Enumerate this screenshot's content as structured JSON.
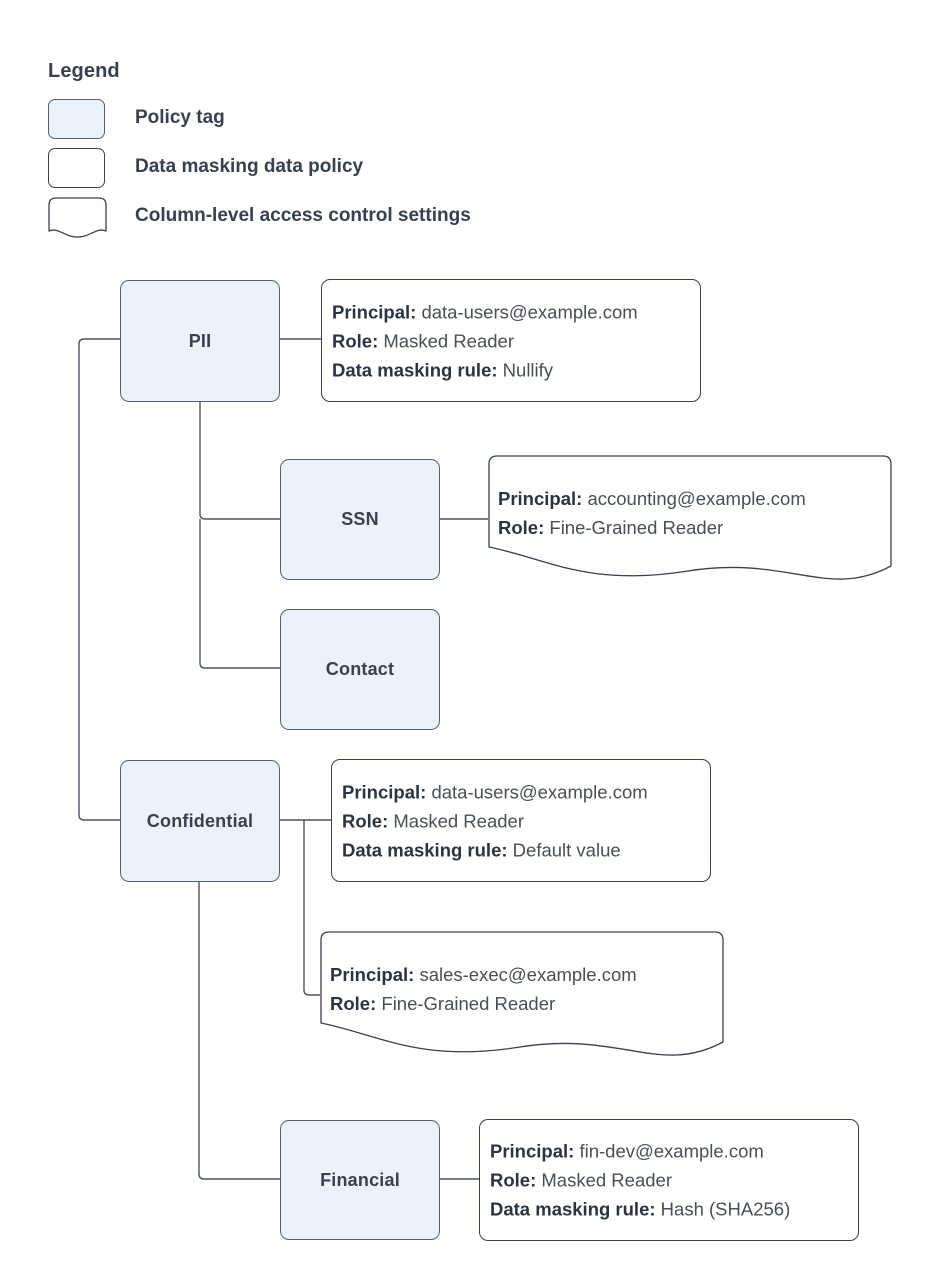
{
  "legend": {
    "title": "Legend",
    "items": [
      {
        "shape": "tag",
        "label": "Policy tag"
      },
      {
        "shape": "policy",
        "label": "Data masking data policy"
      },
      {
        "shape": "doc",
        "label": "Column-level access control settings"
      }
    ]
  },
  "labels": {
    "principal": "Principal:",
    "role": "Role:",
    "masking_rule": "Data masking rule:"
  },
  "nodes": {
    "pii": "PII",
    "ssn": "SSN",
    "contact": "Contact",
    "confidential": "Confidential",
    "financial": "Financial"
  },
  "policies": {
    "pii_masking": {
      "principal": "data-users@example.com",
      "role": "Masked Reader",
      "masking_rule": "Nullify"
    },
    "ssn_access": {
      "principal": "accounting@example.com",
      "role": "Fine-Grained Reader"
    },
    "confidential_masking": {
      "principal": "data-users@example.com",
      "role": "Masked Reader",
      "masking_rule": "Default value"
    },
    "confidential_access": {
      "principal": "sales-exec@example.com",
      "role": "Fine-Grained Reader"
    },
    "financial_masking": {
      "principal": "fin-dev@example.com",
      "role": "Masked Reader",
      "masking_rule": "Hash (SHA256)"
    }
  },
  "colors": {
    "tag_fill": "#eaf2fd",
    "tag_stroke": "#55606e",
    "box_stroke": "#38414d",
    "text": "#38414d",
    "value_text": "#4a4f56",
    "connector": "#4d5560"
  }
}
